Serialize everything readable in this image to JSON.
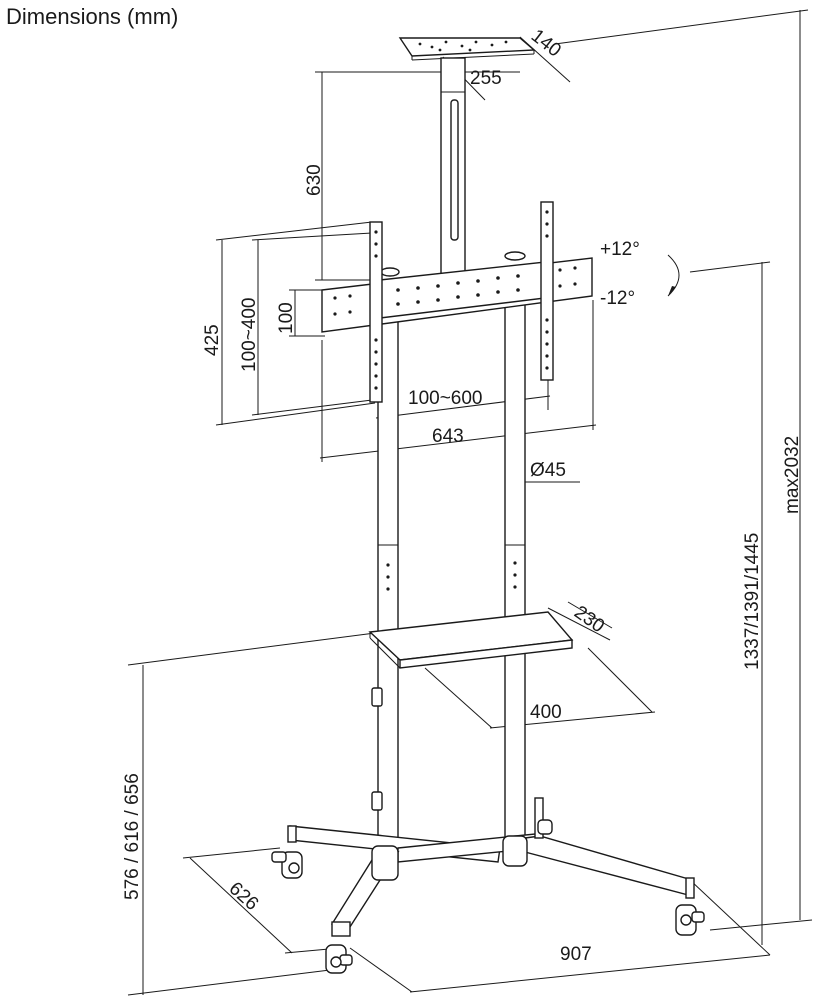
{
  "title": "Dimensions (mm)",
  "dimensions": {
    "top_plate_depth": "140",
    "top_plate_width": "255",
    "top_pole_height": "630",
    "tilt_up": "+12°",
    "tilt_down": "-12°",
    "bracket_height": "425",
    "vesa_vertical": "100~400",
    "rail_height": "100",
    "vesa_horizontal": "100~600",
    "bracket_width": "643",
    "pole_diameter": "Ø45",
    "mount_height": "1337/1391/1445",
    "max_height": "max2032",
    "shelf_depth": "230",
    "shelf_width": "400",
    "shelf_height": "576 / 616 / 656",
    "base_depth": "626",
    "base_width": "907"
  }
}
